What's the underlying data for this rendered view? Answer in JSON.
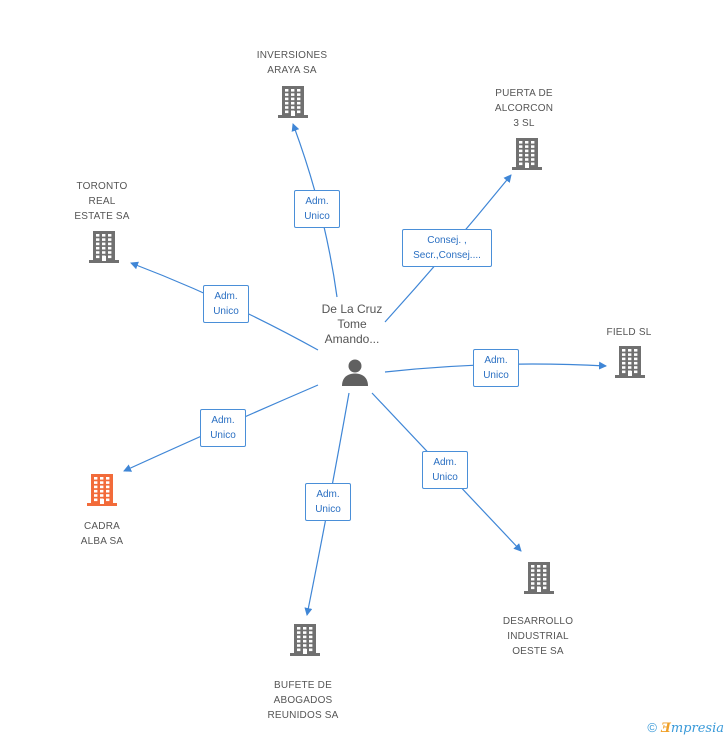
{
  "colors": {
    "edge": "#3f86d6",
    "building": "#707070",
    "building_highlight": "#f26b3a",
    "person": "#606060"
  },
  "center": {
    "name": "De La Cruz\nTome\nAmando...",
    "icon": "person-icon"
  },
  "nodes": [
    {
      "id": "inversiones-araya",
      "label": "INVERSIONES\nARAYA SA",
      "icon": "building-icon",
      "highlight": false
    },
    {
      "id": "puerta-alcorcon",
      "label": "PUERTA DE\nALCORCON\n3 SL",
      "icon": "building-icon",
      "highlight": false
    },
    {
      "id": "toronto-real-estate",
      "label": "TORONTO\nREAL\nESTATE SA",
      "icon": "building-icon",
      "highlight": false
    },
    {
      "id": "field-sl",
      "label": "FIELD SL",
      "icon": "building-icon",
      "highlight": false
    },
    {
      "id": "cadra-alba",
      "label": "CADRA\nALBA SA",
      "icon": "building-icon",
      "highlight": true
    },
    {
      "id": "desarrollo-industrial",
      "label": "DESARROLLO\nINDUSTRIAL\nOESTE SA",
      "icon": "building-icon",
      "highlight": false
    },
    {
      "id": "bufete-abogados",
      "label": "BUFETE DE\nABOGADOS\nREUNIDOS SA",
      "icon": "building-icon",
      "highlight": false
    }
  ],
  "edges": [
    {
      "to": "inversiones-araya",
      "label": "Adm.\nUnico"
    },
    {
      "to": "puerta-alcorcon",
      "label": "Consej. ,\nSecr.,Consej...."
    },
    {
      "to": "toronto-real-estate",
      "label": "Adm.\nUnico"
    },
    {
      "to": "field-sl",
      "label": "Adm.\nUnico"
    },
    {
      "to": "cadra-alba",
      "label": "Adm.\nUnico"
    },
    {
      "to": "desarrollo-industrial",
      "label": "Adm.\nUnico"
    },
    {
      "to": "bufete-abogados",
      "label": "Adm.\nUnico"
    }
  ],
  "footer": {
    "copyright": "©",
    "brand_first": "Ǝ",
    "brand_rest": "mpresia"
  }
}
